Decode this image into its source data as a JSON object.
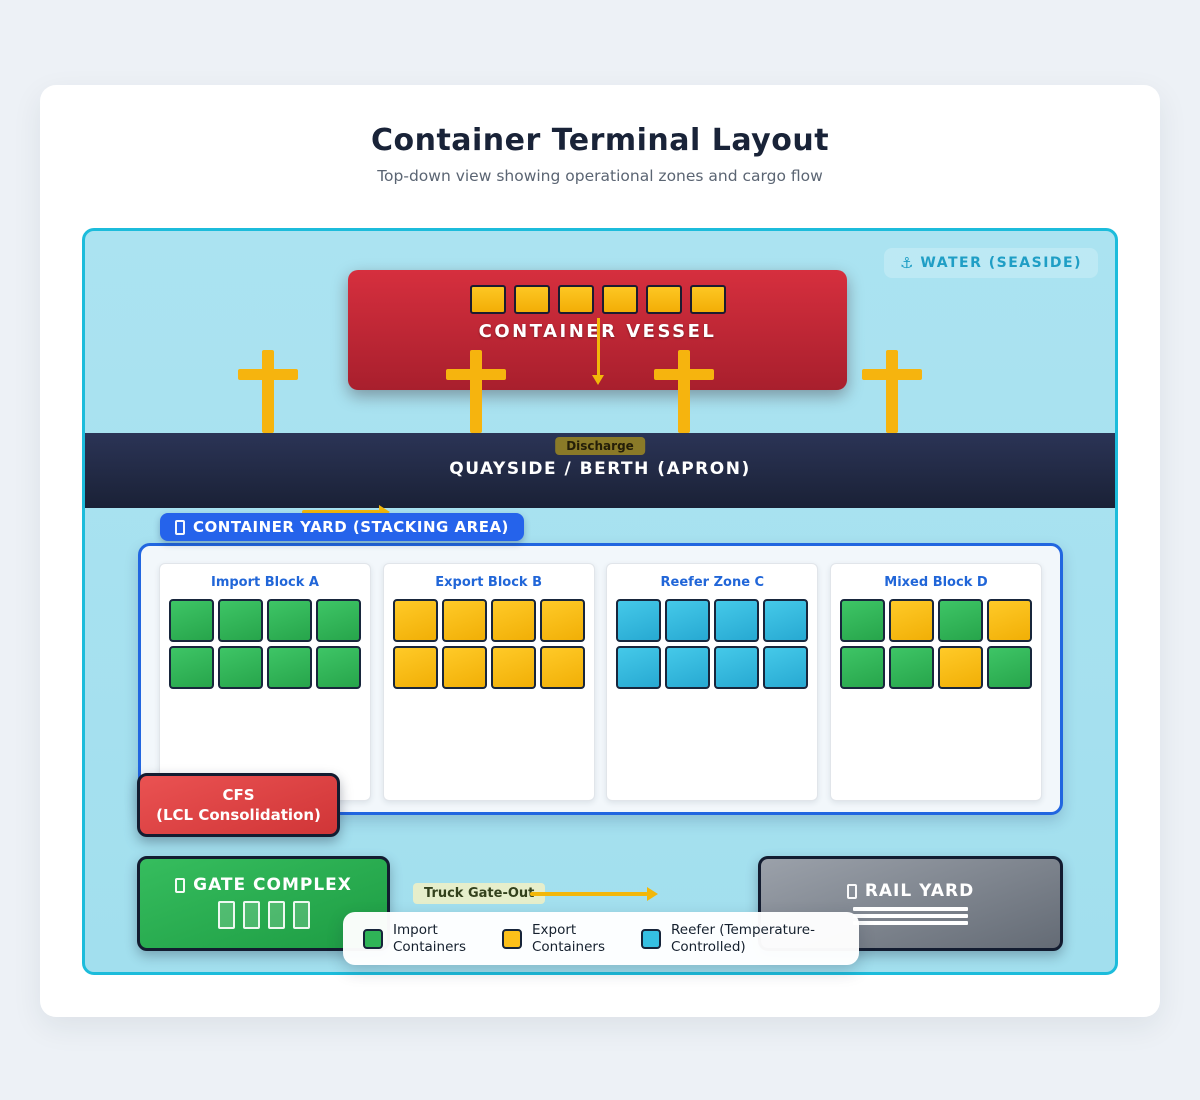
{
  "page": {
    "title": "Container Terminal Layout",
    "subtitle": "Top-down view showing operational zones and cargo flow"
  },
  "water": {
    "label": "WATER (SEASIDE)",
    "anchor_icon": "⚓"
  },
  "vessel": {
    "label": "CONTAINER VESSEL",
    "container_count": 6
  },
  "cranes": {
    "count": 4
  },
  "quayside": {
    "label": "QUAYSIDE / BERTH (APRON)",
    "discharge_label": "Discharge"
  },
  "yard": {
    "label": "CONTAINER YARD (STACKING AREA)",
    "blocks": [
      {
        "title": "Import Block A",
        "cells": [
          "import",
          "import",
          "import",
          "import",
          "import",
          "import",
          "import",
          "import"
        ]
      },
      {
        "title": "Export Block B",
        "cells": [
          "export",
          "export",
          "export",
          "export",
          "export",
          "export",
          "export",
          "export"
        ]
      },
      {
        "title": "Reefer Zone C",
        "cells": [
          "reefer",
          "reefer",
          "reefer",
          "reefer",
          "reefer",
          "reefer",
          "reefer",
          "reefer"
        ]
      },
      {
        "title": "Mixed Block D",
        "cells": [
          "import",
          "export",
          "import",
          "export",
          "import",
          "import",
          "export",
          "import"
        ]
      }
    ]
  },
  "cfs": {
    "line1": "CFS",
    "line2": "(LCL Consolidation)"
  },
  "gate": {
    "label": "GATE COMPLEX",
    "lane_count": 4
  },
  "truck_gate_out": {
    "label": "Truck Gate-Out"
  },
  "rail": {
    "label": "RAIL YARD",
    "track_count": 3
  },
  "legend": {
    "items": [
      {
        "label": "Import Containers",
        "type": "import",
        "color": "#2fb457"
      },
      {
        "label": "Export Containers",
        "type": "export",
        "color": "#fcc01a"
      },
      {
        "label": "Reefer (Temperature-Controlled)",
        "type": "reefer",
        "color": "#35bfe2"
      }
    ]
  },
  "colors": {
    "water_background": "#a7e1ef",
    "diagram_border": "#1cbcdb",
    "vessel_red": "#cf2b3a",
    "crane_yellow": "#f6b40e",
    "arrow_yellow": "#f2b70a",
    "quayside_navy": "#222b48",
    "yard_accent_blue": "#2563eb",
    "import_green": "#2fb457",
    "export_yellow": "#fcc01a",
    "reefer_cyan": "#35bfe2",
    "cfs_red": "#e04545",
    "gate_green": "#2ab153",
    "rail_gray": "#7d848d"
  }
}
